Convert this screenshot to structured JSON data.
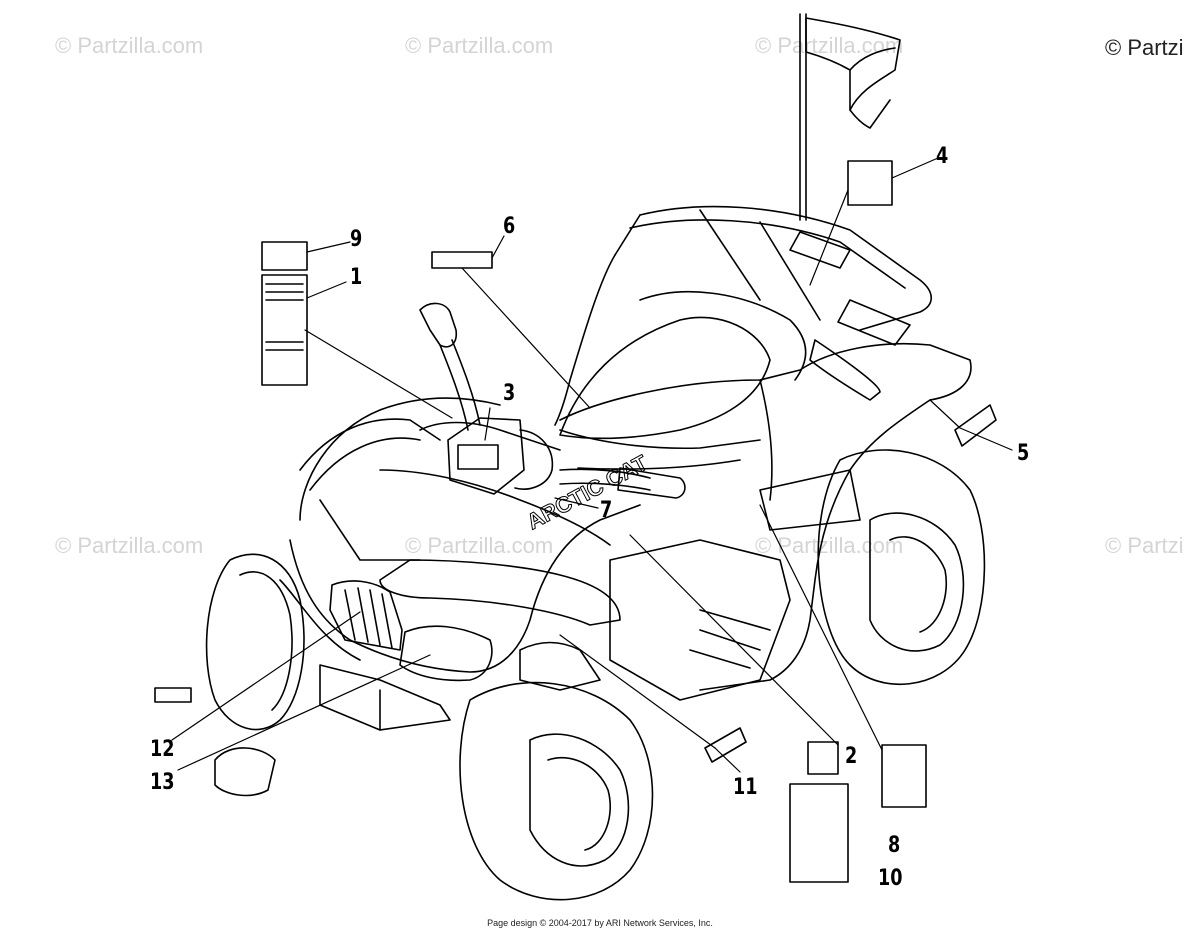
{
  "watermarks": [
    "© Partzilla.com",
    "© Partzilla.com",
    "© Partzilla.com",
    "© Partzi",
    "© Partzilla.com",
    "© Partzilla.com",
    "© Partzilla.com",
    "© Partzi"
  ],
  "callouts": [
    "1",
    "2",
    "3",
    "4",
    "5",
    "6",
    "7",
    "8",
    "9",
    "10",
    "11",
    "12",
    "13"
  ],
  "brand_text": "ARCTIC CAT",
  "footer": "Page design © 2004-2017 by ARI Network Services, Inc."
}
